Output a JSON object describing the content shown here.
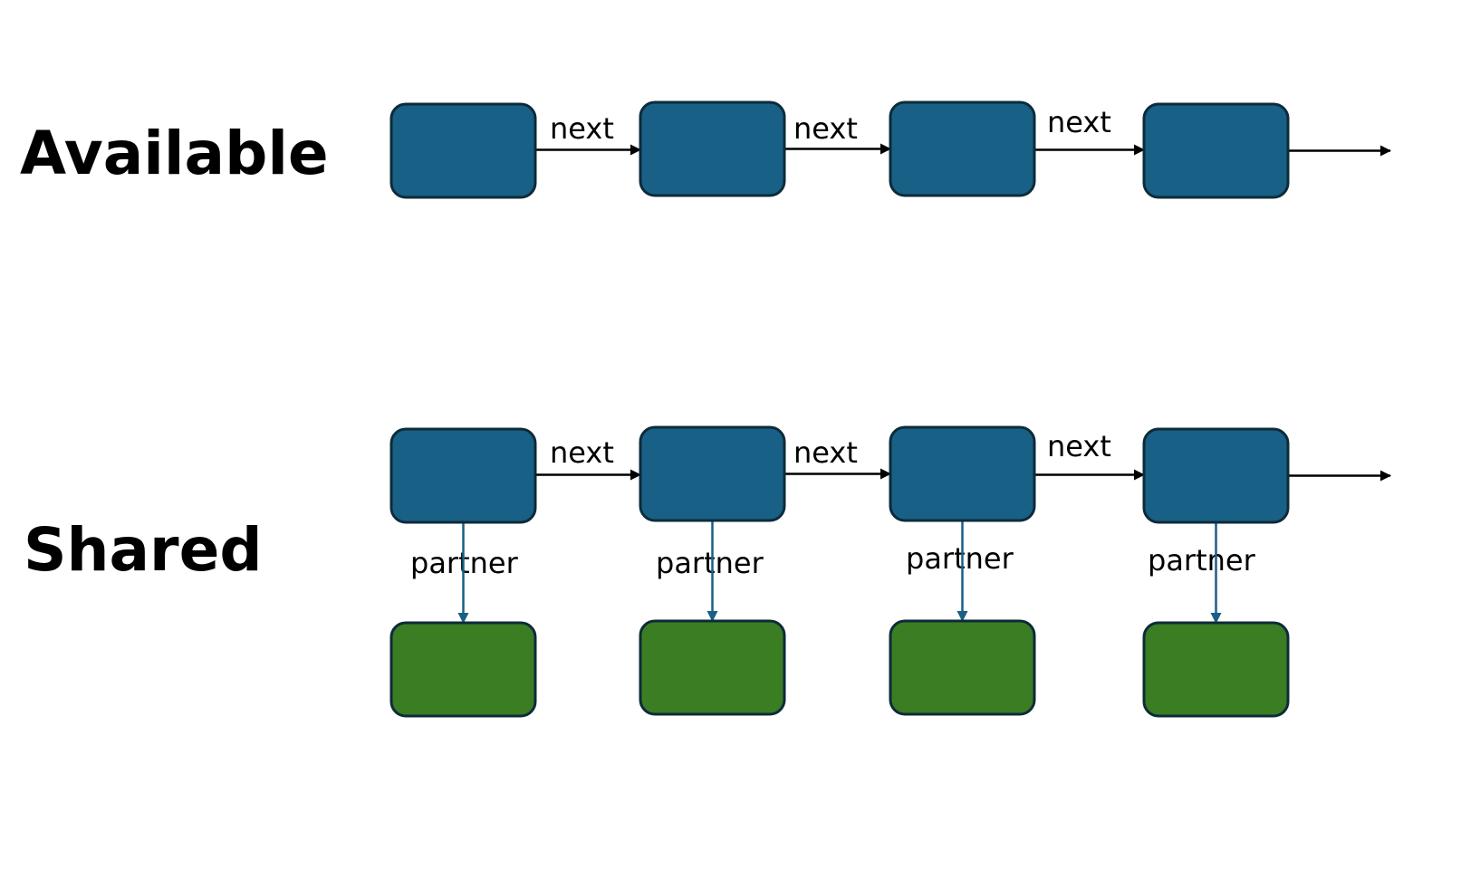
{
  "rows": [
    {
      "title": "Available",
      "nodes": 4,
      "next_labels": [
        "next",
        "next",
        "next"
      ],
      "trailing_arrow": true
    },
    {
      "title": "Shared",
      "nodes": 4,
      "next_labels": [
        "next",
        "next",
        "next"
      ],
      "partner_labels": [
        "partner",
        "partner",
        "partner",
        "partner"
      ],
      "trailing_arrow": true
    }
  ],
  "colors": {
    "node_blue": "#186085",
    "node_green": "#3b7d23",
    "node_border": "#0d2b3a",
    "next_arrow": "#000000",
    "partner_arrow": "#186085",
    "text": "#000000",
    "background": "#ffffff"
  }
}
